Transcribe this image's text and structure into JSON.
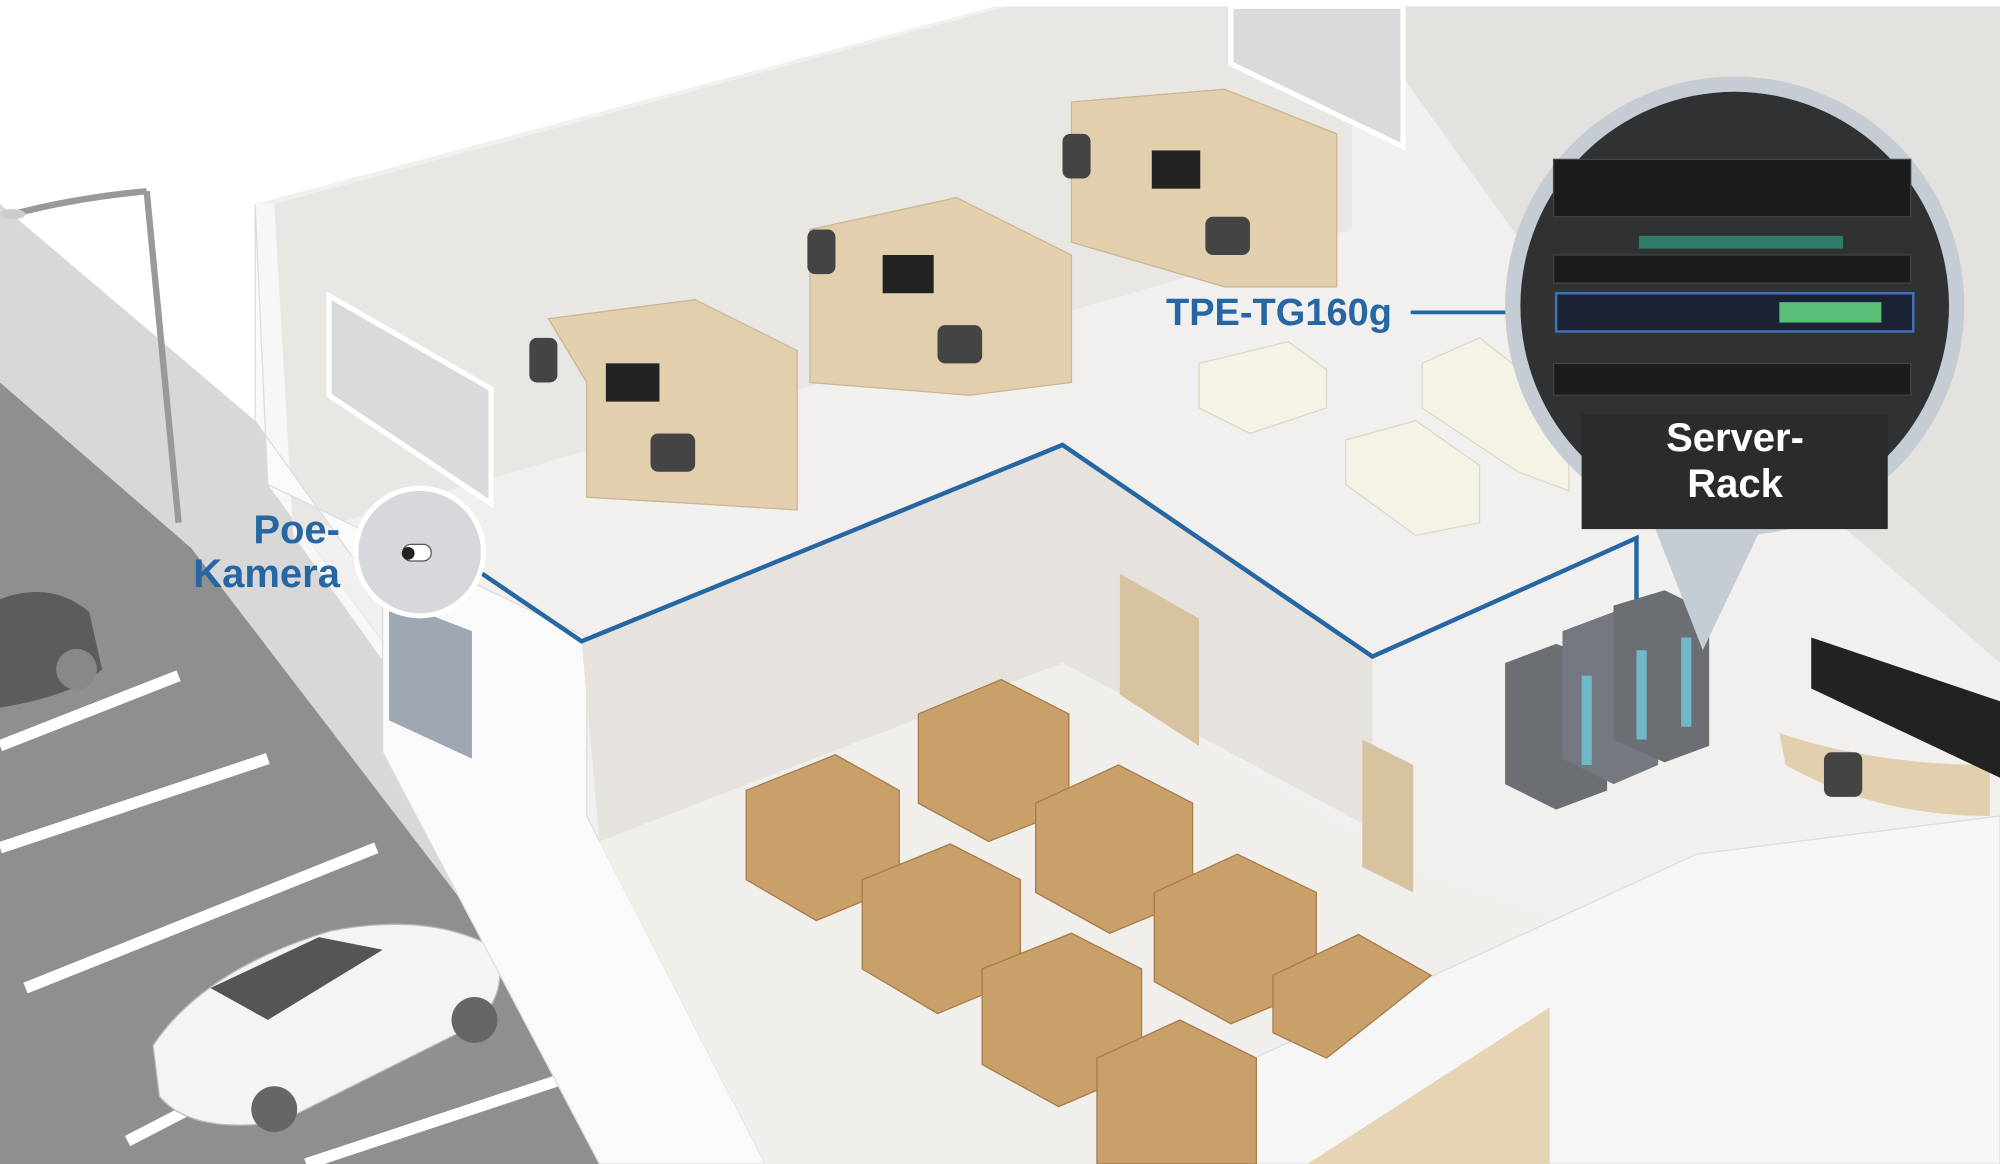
{
  "labels": {
    "camera_line1": "Poe-",
    "camera_line2": "Kamera",
    "switch": "TPE-TG160g",
    "rack_line1": "Server-",
    "rack_line2": "Rack"
  },
  "colors": {
    "accent": "#2566a3",
    "floor": "#f1f0ee",
    "wall": "#e6e4e0",
    "street": "#8e8e8e",
    "cubicle": "#e2cfae",
    "box": "#c9a06a",
    "rack": "#6b6e72"
  },
  "icons": [
    "camera-icon",
    "server-rack-icon",
    "network-switch-icon",
    "car-icon",
    "street-lamp-icon"
  ]
}
